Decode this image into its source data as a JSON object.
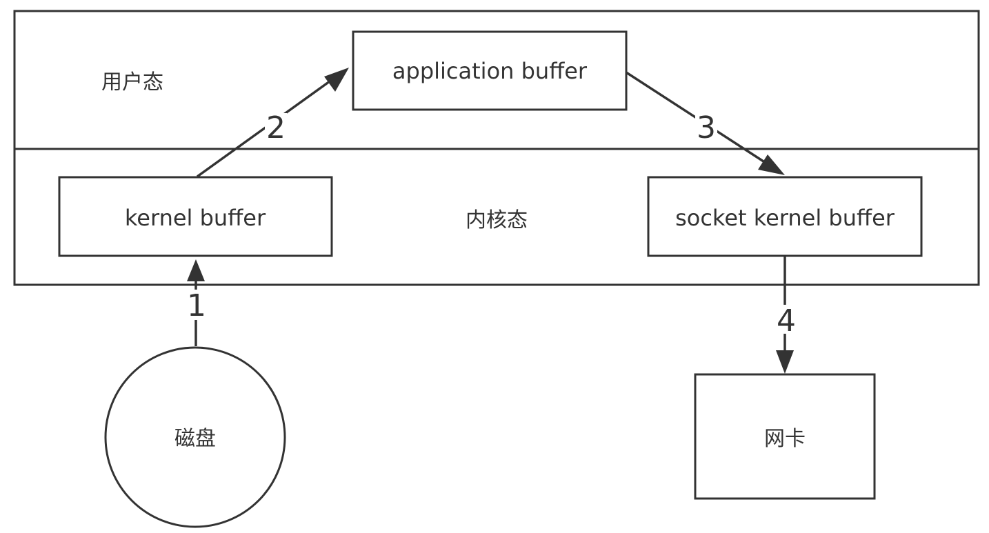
{
  "regions": {
    "user_space": "用户态",
    "kernel_space": "内核态"
  },
  "nodes": {
    "application_buffer": "application buffer",
    "kernel_buffer": "kernel buffer",
    "socket_kernel_buffer": "socket kernel buffer",
    "disk": "磁盘",
    "nic": "网卡"
  },
  "steps": {
    "s1": "1",
    "s2": "2",
    "s3": "3",
    "s4": "4"
  },
  "colors": {
    "stroke": "#333333",
    "background": "#ffffff"
  }
}
